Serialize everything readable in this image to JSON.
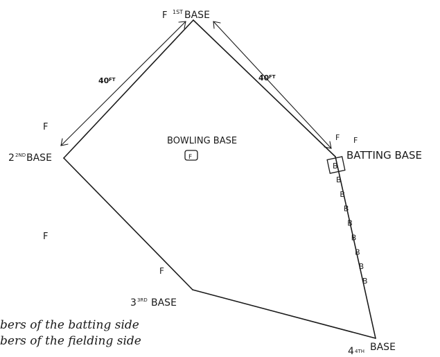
{
  "diagram": {
    "bases": {
      "first": {
        "ordinal": "1ST",
        "word": "BASE"
      },
      "second": {
        "ordinal": "2ND",
        "word": "BASE"
      },
      "third": {
        "ordinal": "3RD",
        "word": "BASE"
      },
      "fourth": {
        "ordinal": "4TH",
        "word": "BASE"
      },
      "batting": "BATTING BASE",
      "bowling": "BOWLING BASE"
    },
    "distances": {
      "left": "40 FT",
      "right": "40 FT"
    },
    "fielder_mark": "F",
    "batter_mark": "B",
    "batters_in_line_count": 8,
    "captions": [
      "bers of the batting side",
      "bers of the fielding side"
    ]
  }
}
